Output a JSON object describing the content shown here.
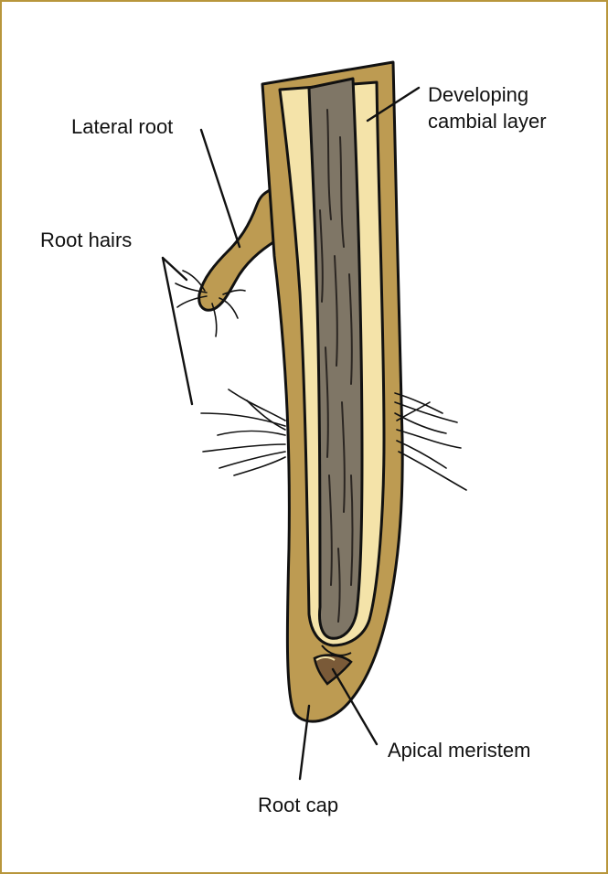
{
  "labels": {
    "developing_cambial_layer_line1": "Developing",
    "developing_cambial_layer_line2": "cambial layer",
    "lateral_root": "Lateral root",
    "root_hairs": "Root hairs",
    "apical_meristem": "Apical meristem",
    "root_cap": "Root cap"
  },
  "colors": {
    "frame_border": "#b8963c",
    "cortex": "#bd9b52",
    "cambial_layer": "#f4e3a9",
    "vascular_core": "#7f7666",
    "outline": "#111111"
  }
}
